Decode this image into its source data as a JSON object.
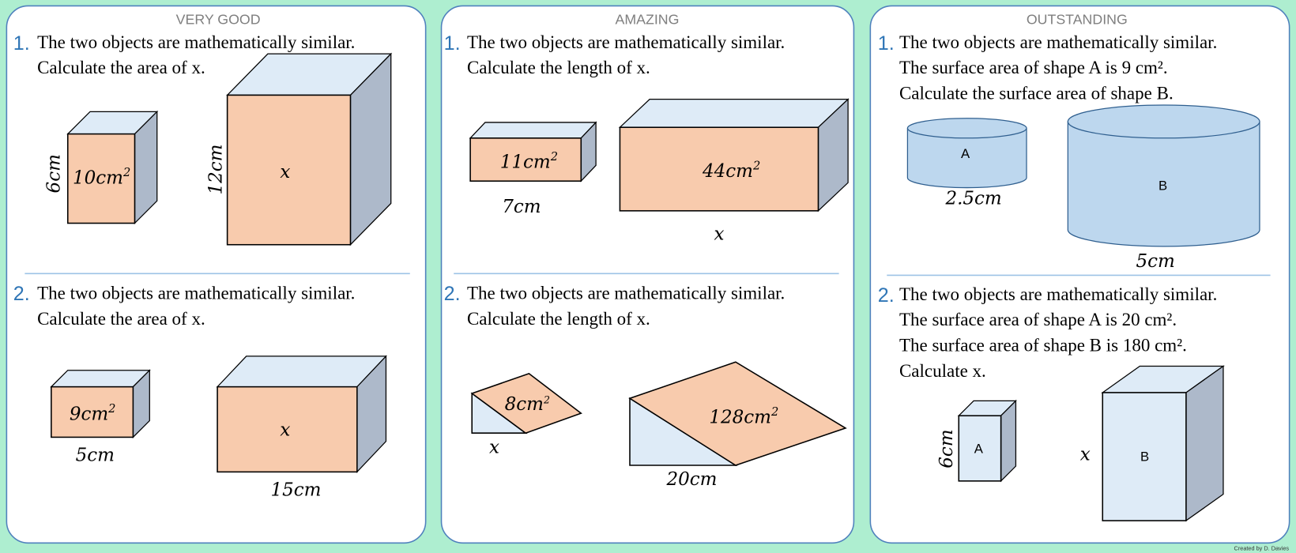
{
  "panels": [
    {
      "heading": "VERY GOOD",
      "q1": {
        "num": "1.",
        "lines": [
          "The two objects are mathematically similar.",
          "Calculate the area of x."
        ],
        "small_height": "6cm",
        "small_area": "10cm",
        "small_area_exp": "2",
        "large_height": "12cm",
        "large_area": "x"
      },
      "q2": {
        "num": "2.",
        "lines": [
          "The two objects are mathematically similar.",
          "Calculate the area of x."
        ],
        "small_area": "9cm",
        "small_area_exp": "2",
        "small_width": "5cm",
        "large_area": "x",
        "large_width": "15cm"
      }
    },
    {
      "heading": "AMAZING",
      "q1": {
        "num": "1.",
        "lines": [
          "The two objects are mathematically similar.",
          "Calculate the length of x."
        ],
        "small_area": "11cm",
        "small_area_exp": "2",
        "small_width": "7cm",
        "large_area": "44cm",
        "large_area_exp": "2",
        "large_width": "x"
      },
      "q2": {
        "num": "2.",
        "lines": [
          "The two objects are mathematically similar.",
          "Calculate the length of x."
        ],
        "small_area": "8cm",
        "small_area_exp": "2",
        "small_width": "x",
        "large_area": "128cm",
        "large_area_exp": "2",
        "large_width": "20cm"
      }
    },
    {
      "heading": "OUTSTANDING",
      "q1": {
        "num": "1.",
        "lines": [
          "The two objects are mathematically similar.",
          "The surface area of shape A is 9 cm².",
          "Calculate the surface area of shape B."
        ],
        "shape_a": "A",
        "shape_a_width": "2.5cm",
        "shape_b": "B",
        "shape_b_width": "5cm"
      },
      "q2": {
        "num": "2.",
        "lines": [
          "The two objects are mathematically similar.",
          "The surface area of shape A is 20 cm².",
          "The surface area of shape B is 180 cm².",
          "Calculate x."
        ],
        "shape_a": "A",
        "shape_a_height": "6cm",
        "shape_b": "B",
        "shape_b_height": "x"
      }
    }
  ],
  "credit": "Created by D. Davies",
  "colors": {
    "background": "#aeeed0",
    "accent": "#2e75b6",
    "face": "#f8cbad"
  }
}
